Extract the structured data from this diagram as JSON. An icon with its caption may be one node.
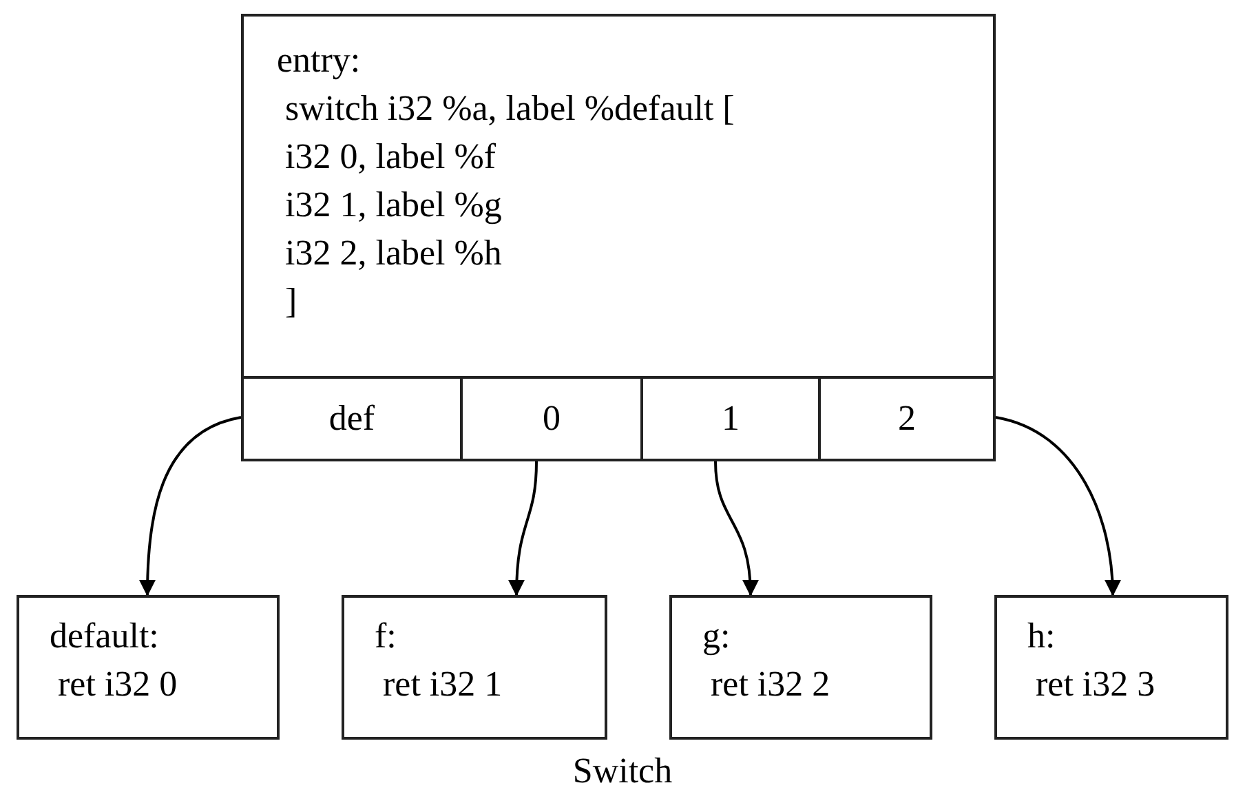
{
  "diagram": {
    "caption": "Switch",
    "nodes": [
      {
        "text": [
          "entry:",
          "switch i32 %a, label %default [",
          "i32 0, label %f",
          "i32 1, label %g",
          "i32 2, label %h",
          "]"
        ]
      },
      {
        "text": [
          "def"
        ],
        "in": 0
      },
      {
        "text": [
          "0"
        ],
        "in": 0
      },
      {
        "text": [
          "1"
        ],
        "in": 0
      },
      {
        "text": [
          "2"
        ],
        "in": 0
      },
      {
        "text": [
          "default:",
          "ret i32 0"
        ]
      },
      {
        "text": [
          "f:",
          "ret i32 1"
        ]
      },
      {
        "text": [
          "g:",
          "ret i32 2"
        ]
      },
      {
        "text": [
          "h:",
          "ret i32 3"
        ]
      }
    ],
    "edges": [
      {
        "from": 1,
        "to": 5,
        "arrow": "to"
      },
      {
        "from": 2,
        "to": 6,
        "arrow": "to"
      },
      {
        "from": 3,
        "to": 7,
        "arrow": "to"
      },
      {
        "from": 4,
        "to": 8,
        "arrow": "to"
      }
    ]
  }
}
